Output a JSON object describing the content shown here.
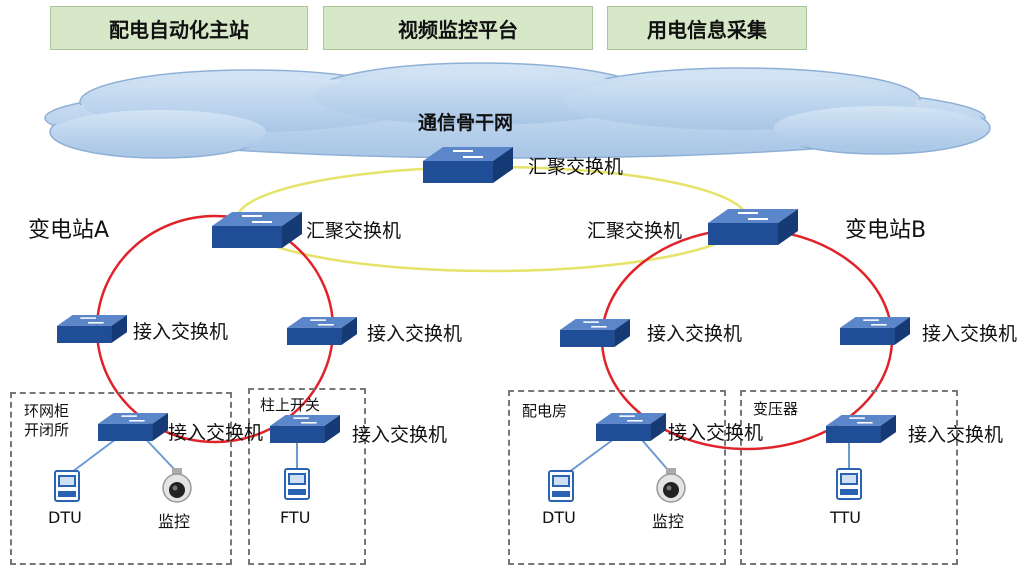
{
  "top_systems": [
    "配电自动化主站",
    "视频监控平台",
    "用电信息采集"
  ],
  "backbone": "通信骨干网",
  "switches": {
    "core": "汇聚交换机",
    "agg_a": "汇聚交换机",
    "agg_b": "汇聚交换机",
    "access": "接入交换机"
  },
  "substations": {
    "a": "变电站A",
    "b": "变电站B"
  },
  "zones": {
    "ring_cabinet": [
      "环网柜",
      "开闭所"
    ],
    "pole_switch": "柱上开关",
    "distribution_room": "配电房",
    "transformer": "变压器"
  },
  "devices": {
    "dtu": "DTU",
    "ftu": "FTU",
    "ttu": "TTU",
    "camera": "监控"
  },
  "colors": {
    "ring": "#e0232a",
    "core_ring": "#e6e36a",
    "switch_top": "#5b86c9",
    "switch_side": "#1f4e96",
    "cloud": "#b9d3ec",
    "header_fill": "#d6e8c8"
  }
}
